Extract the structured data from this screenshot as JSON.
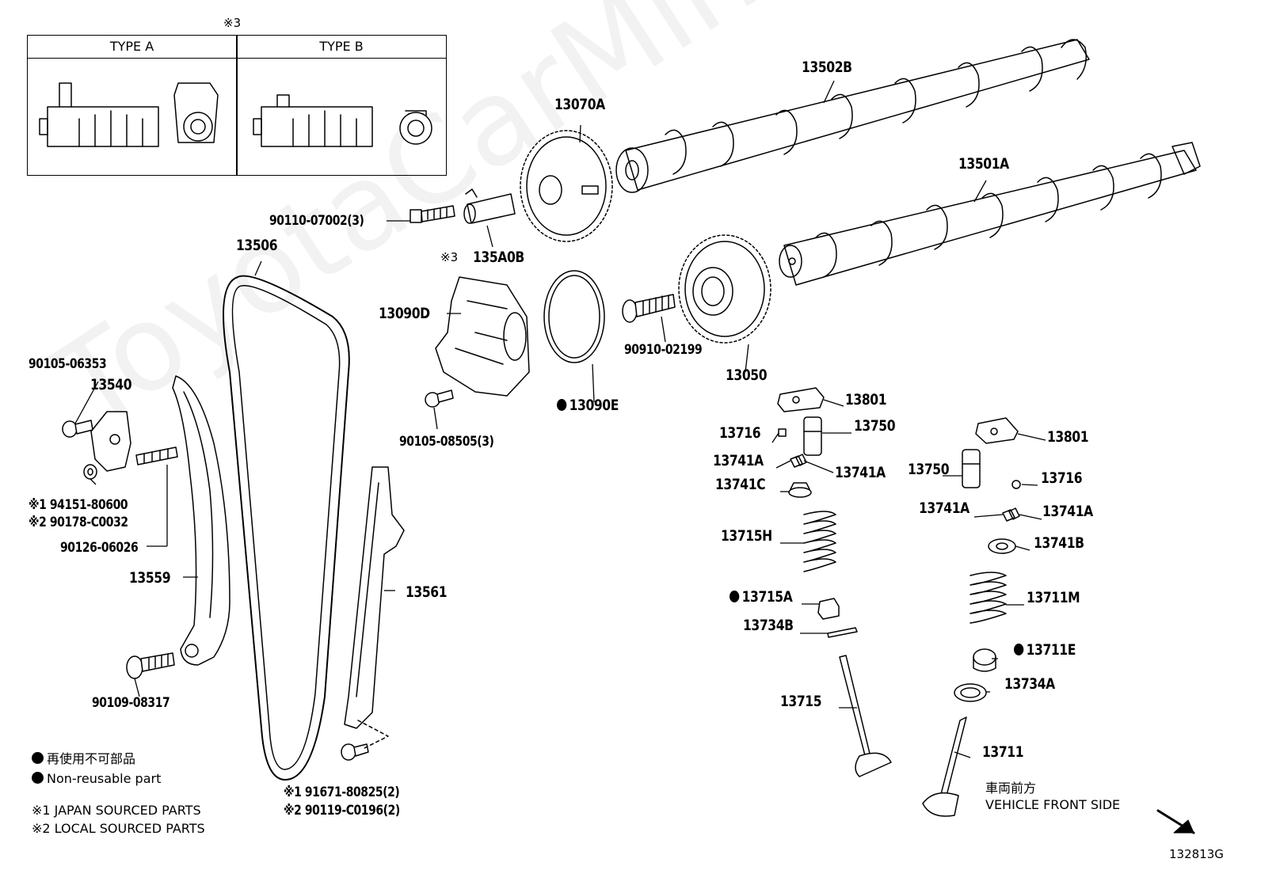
{
  "type_box": {
    "mark": "※3",
    "type_a": "TYPE A",
    "type_b": "TYPE B"
  },
  "parts": {
    "p13502B": "13502B",
    "p13070A": "13070A",
    "p13501A": "13501A",
    "p90110": "90110-07002(3)",
    "p135A0B_mark": "※3",
    "p135A0B": "135A0B",
    "p13506": "13506",
    "p13090D": "13090D",
    "p90910": "90910-02199",
    "p13050": "13050",
    "p90105_06353": "90105-06353",
    "p13540": "13540",
    "p13090E": "13090E",
    "p90105_08505": "90105-08505(3)",
    "p13801_a": "13801",
    "p13716_a": "13716",
    "p13750_a": "13750",
    "p13741A_a": "13741A",
    "p13741A_b": "13741A",
    "p13741C": "13741C",
    "p13801_b": "13801",
    "p13750_b": "13750",
    "p13716_b": "13716",
    "p13741A_c": "13741A",
    "p13741A_d": "13741A",
    "p13741B": "13741B",
    "p94151": "※1 94151-80600",
    "p90178": "※2 90178-C0032",
    "p90126": "90126-06026",
    "p13559": "13559",
    "p13561": "13561",
    "p13715H": "13715H",
    "p13715A": "13715A",
    "p13711M": "13711M",
    "p13734B": "13734B",
    "p13711E": "13711E",
    "p13734A": "13734A",
    "p90109": "90109-08317",
    "p13715": "13715",
    "p13711": "13711",
    "p91671": "※1 91671-80825(2)",
    "p90119": "※2 90119-C0196(2)"
  },
  "legend": {
    "nonreusable_jp": "再使用不可部品",
    "nonreusable_en": "Non-reusable part",
    "note1": "※1 JAPAN SOURCED PARTS",
    "note2": "※2 LOCAL SOURCED PARTS"
  },
  "direction": {
    "jp": "車両前方",
    "en": "VEHICLE FRONT SIDE"
  },
  "diagram_id": "132813G",
  "watermark": "ToyotaCarMine.ru"
}
